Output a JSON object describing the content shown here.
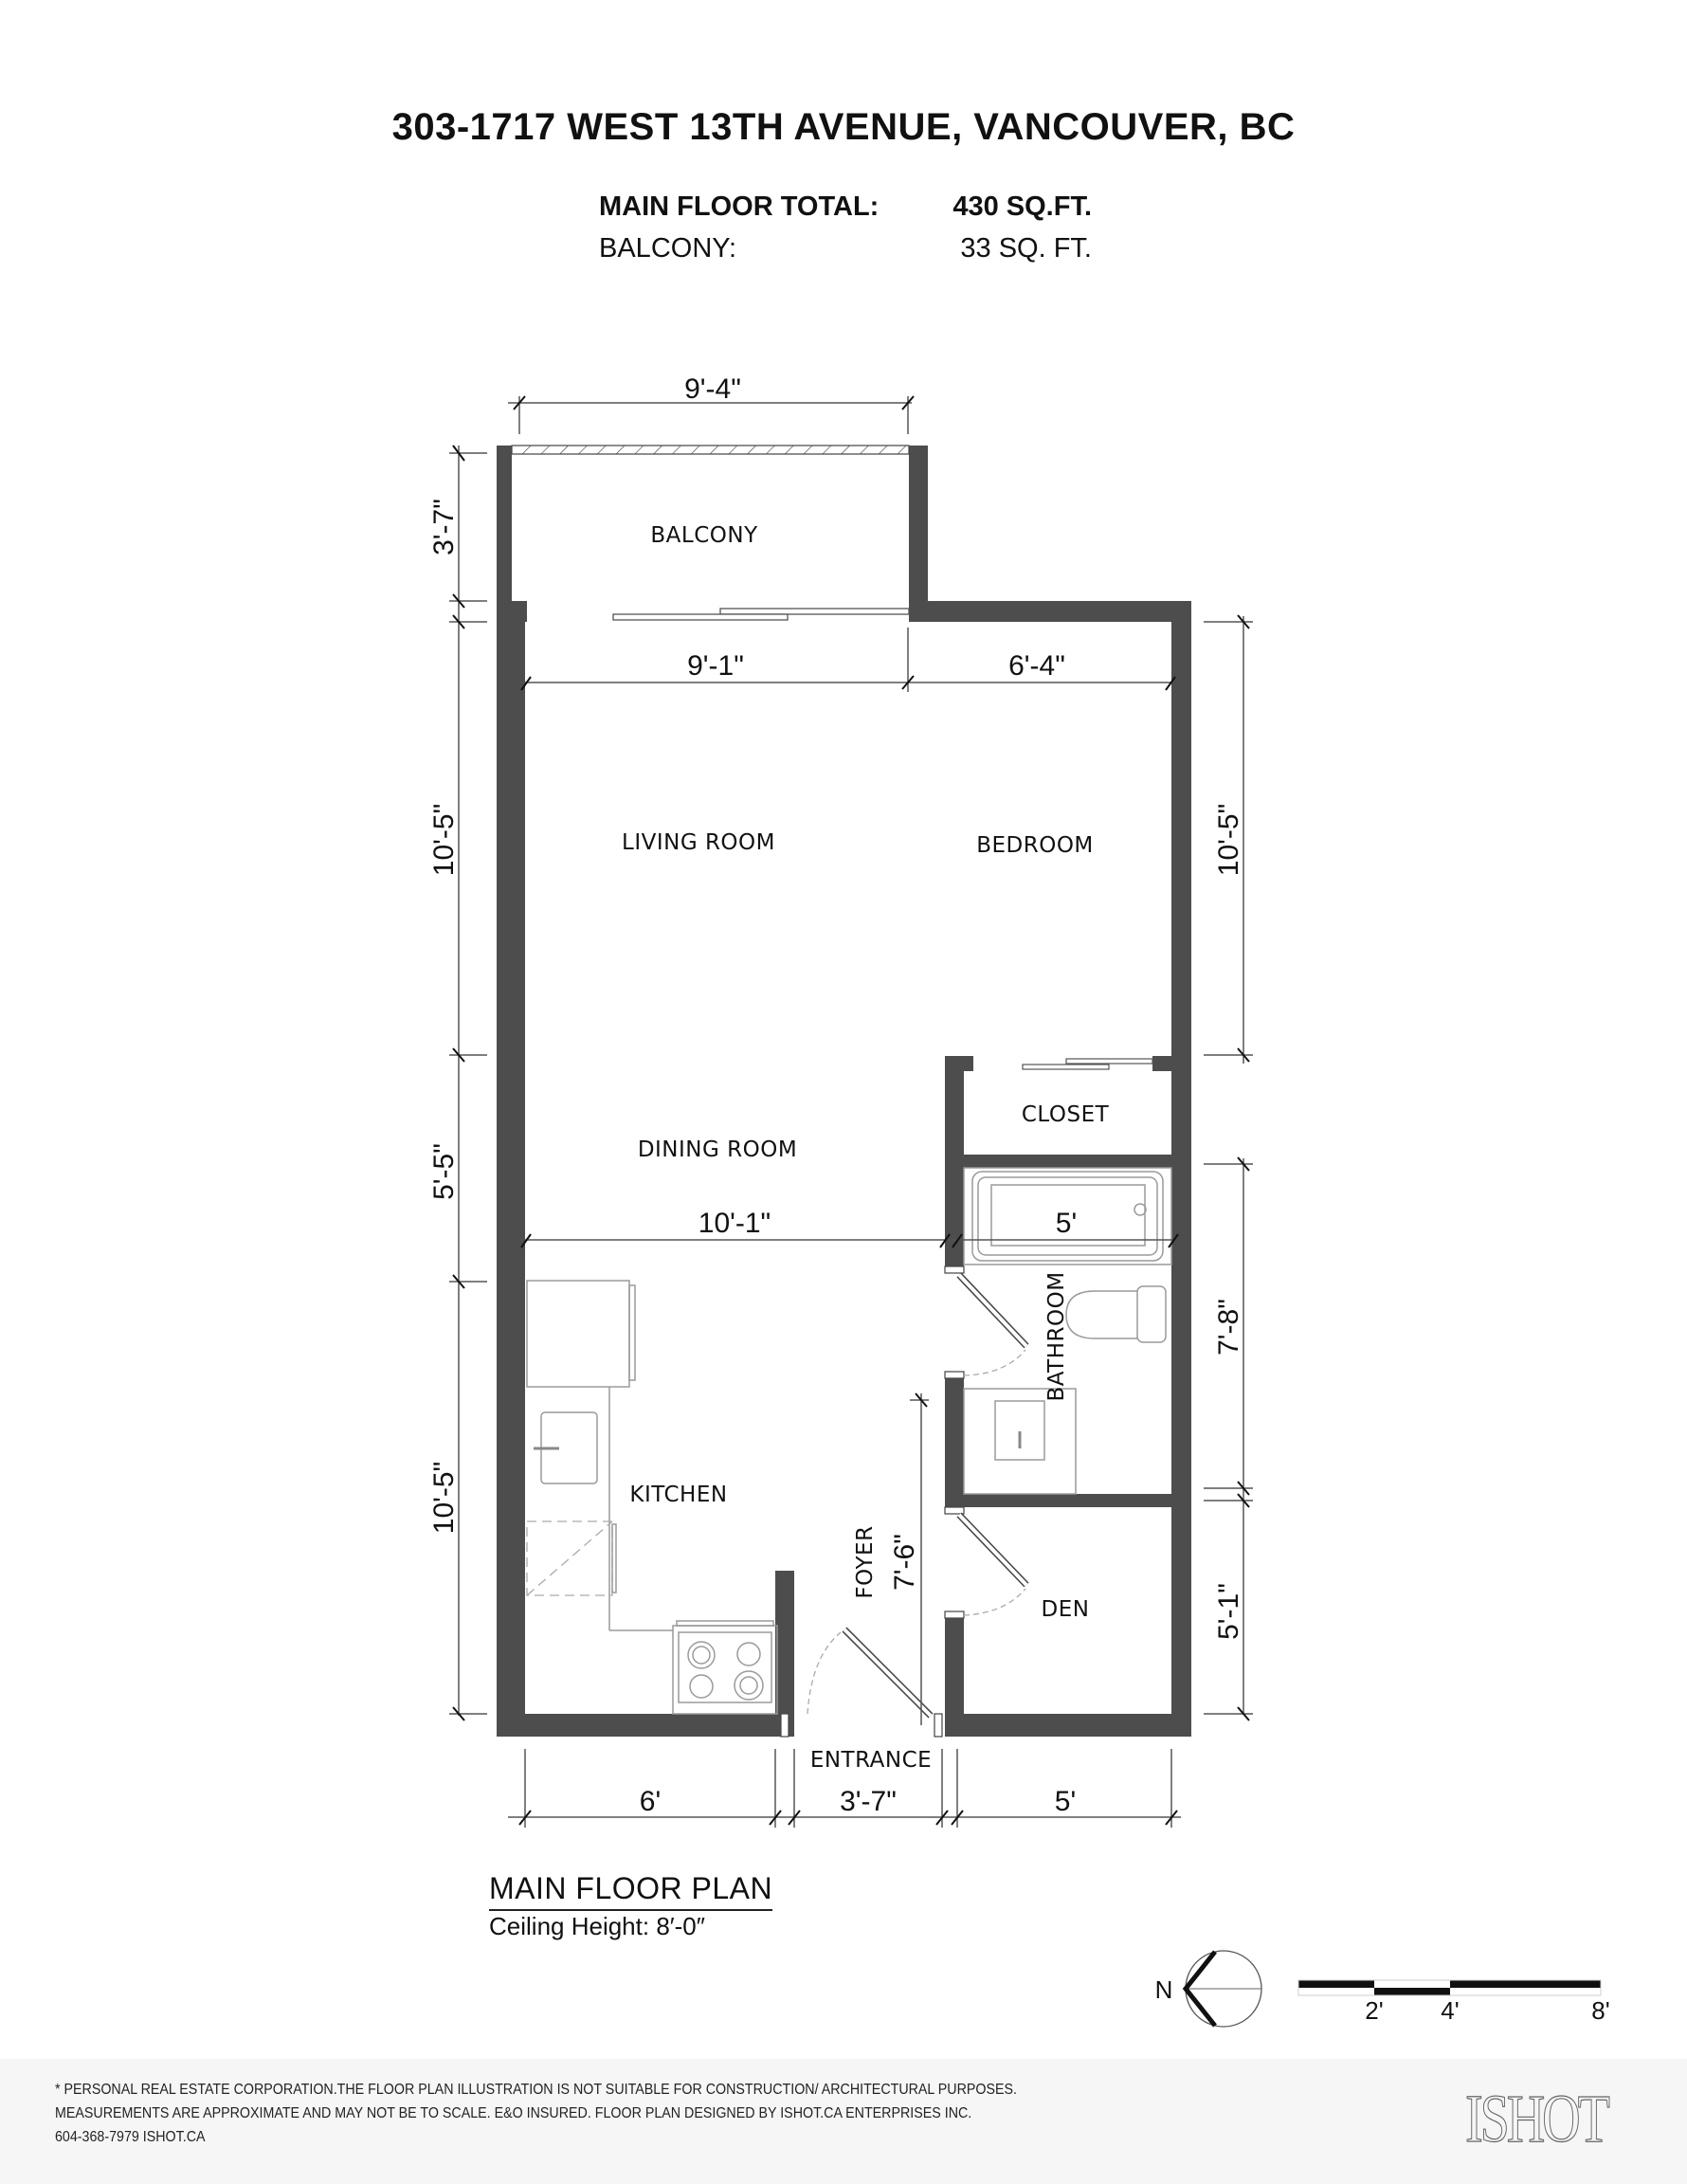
{
  "header": {
    "title": "303-1717 WEST 13TH AVENUE, VANCOUVER, BC",
    "areas": [
      {
        "label": "MAIN FLOOR TOTAL:",
        "value": "430 SQ.FT."
      },
      {
        "label": "BALCONY:",
        "value": "33 SQ. FT."
      }
    ]
  },
  "rooms": {
    "balcony": "BALCONY",
    "living_room": "LIVING ROOM",
    "bedroom": "BEDROOM",
    "closet": "CLOSET",
    "dining_room": "DINING ROOM",
    "bathroom": "BATHROOM",
    "kitchen": "KITCHEN",
    "foyer": "FOYER",
    "den": "DEN",
    "entrance": "ENTRANCE"
  },
  "dimensions": {
    "balcony_width": "9'-4\"",
    "balcony_depth": "3'-7\"",
    "living_width": "9'-1\"",
    "bedroom_width": "6'-4\"",
    "living_depth": "10'-5\"",
    "bedroom_depth": "10'-5\"",
    "dining_depth": "5'-5\"",
    "dining_width": "10'-1\"",
    "tub_width": "5'",
    "bathroom_depth": "7'-8\"",
    "kitchen_depth": "10'-5\"",
    "foyer_depth": "7'-6\"",
    "den_depth": "5'-1\"",
    "bottom_kitchen": "6'",
    "bottom_entrance": "3'-7\"",
    "bottom_den": "5'"
  },
  "caption": {
    "title": "MAIN FLOOR PLAN",
    "ceiling": "Ceiling Height: 8′-0″"
  },
  "compass": {
    "label": "N"
  },
  "scale_bar": {
    "ticks": [
      "2'",
      "4'",
      "8'"
    ]
  },
  "footer": {
    "lines": [
      "* PERSONAL REAL ESTATE CORPORATION.THE FLOOR PLAN ILLUSTRATION IS NOT SUITABLE FOR CONSTRUCTION/ ARCHITECTURAL PURPOSES.",
      "MEASUREMENTS ARE APPROXIMATE AND MAY NOT BE TO SCALE. E&O INSURED. FLOOR PLAN DESIGNED BY ISHOT.CA ENTERPRISES INC.",
      "604-368-7979  ISHOT.CA"
    ],
    "logo": "ISHOT"
  },
  "colors": {
    "wall": "#4d4d4d",
    "footer_bg": "#f6f6f6",
    "text": "#111111"
  }
}
